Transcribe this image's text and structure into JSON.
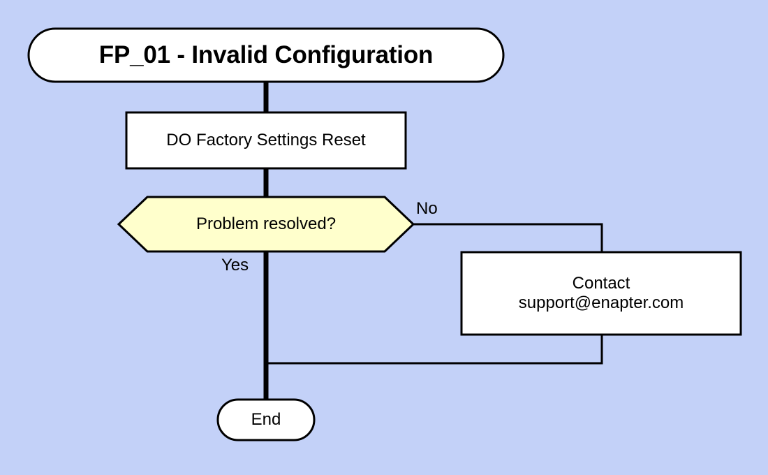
{
  "diagram": {
    "type": "flowchart",
    "background_color": "#c3d1f8",
    "node_fill": "#ffffff",
    "decision_fill": "#ffffcc",
    "stroke_color": "#000000",
    "nodes": {
      "title": {
        "text": "FP_01 - Invalid Configuration",
        "shape": "stadium"
      },
      "action": {
        "text": "DO Factory Settings Reset",
        "shape": "rectangle"
      },
      "decision": {
        "text": "Problem resolved?",
        "shape": "hexagon"
      },
      "contact": {
        "line1": "Contact",
        "line2": "support@enapter.com",
        "shape": "rectangle"
      },
      "end": {
        "text": "End",
        "shape": "stadium"
      }
    },
    "edges": {
      "decision_no": "No",
      "decision_yes": "Yes"
    }
  }
}
